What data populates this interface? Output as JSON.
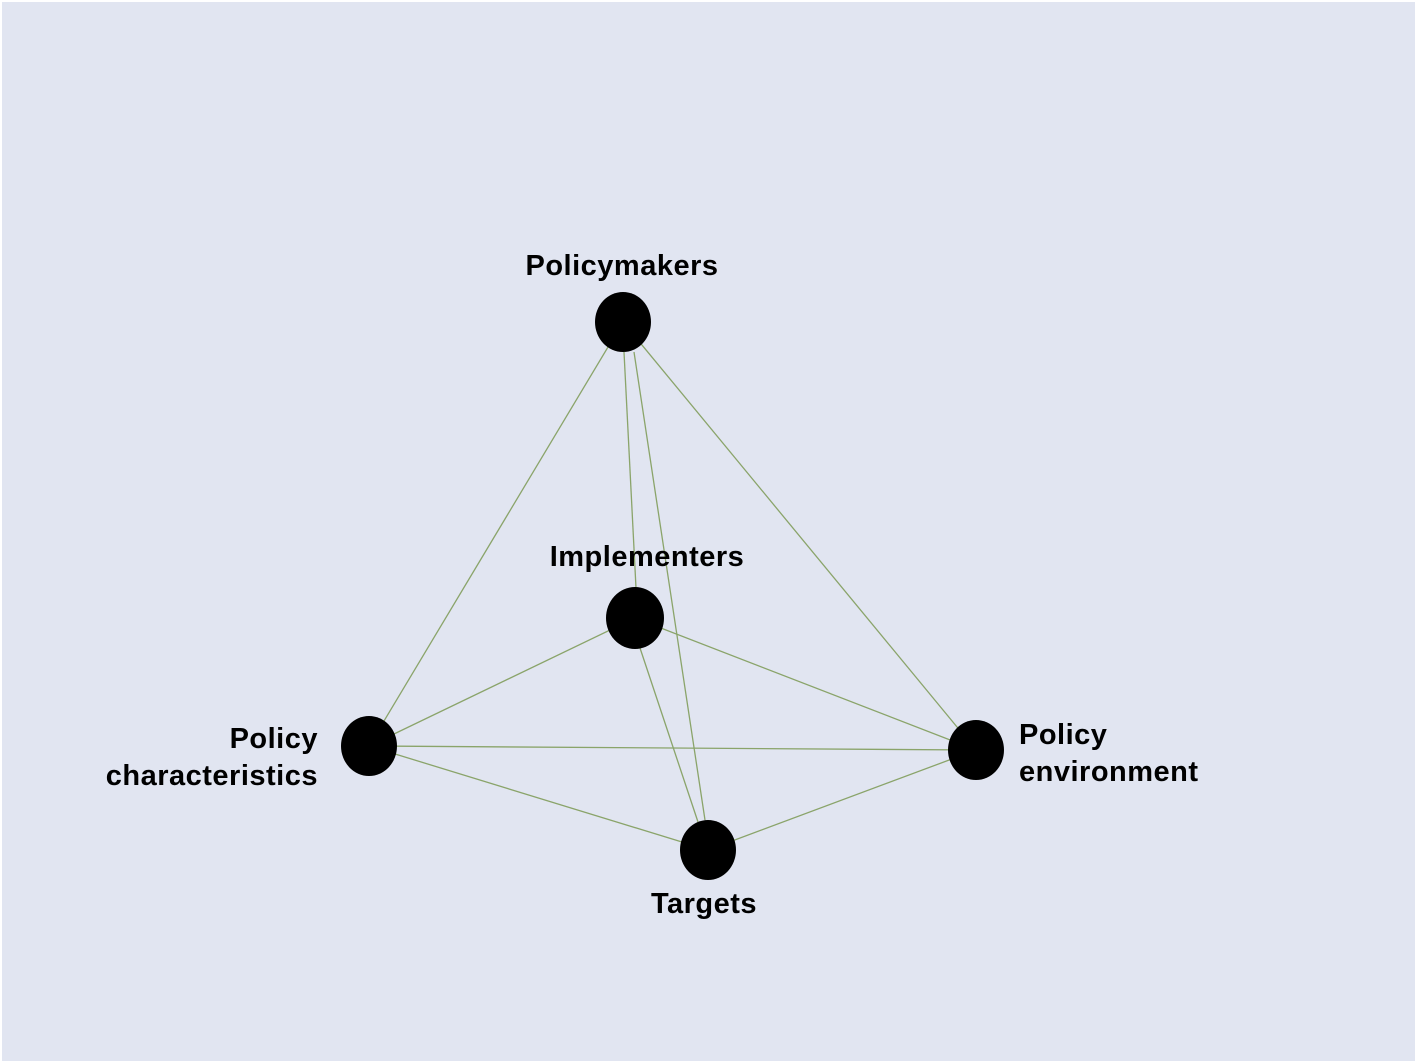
{
  "nodes": [
    {
      "id": "policymakers",
      "label_lines": [
        "Policymakers"
      ]
    },
    {
      "id": "implementers",
      "label_lines": [
        "Implementers"
      ]
    },
    {
      "id": "policy-characteristics",
      "label_lines": [
        "Policy",
        "characteristics"
      ]
    },
    {
      "id": "policy-environment",
      "label_lines": [
        "Policy",
        "environment"
      ]
    },
    {
      "id": "targets",
      "label_lines": [
        "Targets"
      ]
    }
  ],
  "edges": [
    [
      "policymakers",
      "policy-characteristics"
    ],
    [
      "policymakers",
      "policy-environment"
    ],
    [
      "policymakers",
      "implementers"
    ],
    [
      "policymakers",
      "targets"
    ],
    [
      "implementers",
      "policy-characteristics"
    ],
    [
      "implementers",
      "policy-environment"
    ],
    [
      "implementers",
      "targets"
    ],
    [
      "policy-characteristics",
      "policy-environment"
    ],
    [
      "policy-characteristics",
      "targets"
    ],
    [
      "policy-environment",
      "targets"
    ]
  ],
  "colors": {
    "background": "#e1e5f1",
    "edge": "#8aa46a",
    "node": "#000000"
  }
}
